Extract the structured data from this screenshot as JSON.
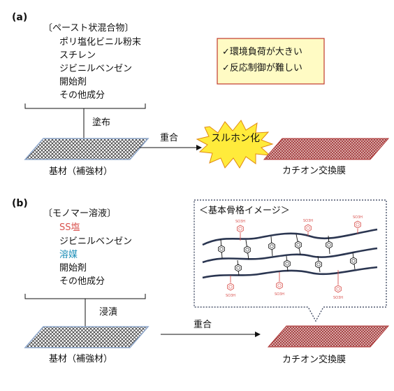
{
  "panel_a": {
    "label": "(a)",
    "bracket_title": "〔ペースト状混合物〕",
    "ingredients": [
      "ポリ塩化ビニル粉末",
      "スチレン",
      "ジビニルベンゼン",
      "開始剤",
      "その他成分"
    ],
    "coating": "塗布",
    "substrate": "基材（補強材）",
    "polymerization": "重合",
    "sulfonation": "スルホン化",
    "product": "カチオン交換膜",
    "issues": [
      "✓環境負荷が大きい",
      "✓反応制御が難しい"
    ]
  },
  "panel_b": {
    "label": "(b)",
    "bracket_title": "〔モノマー溶液〕",
    "ingredients": [
      {
        "text": "SS塩",
        "color": "#d9534f"
      },
      {
        "text": "ジビニルベンゼン",
        "color": "#111111"
      },
      {
        "text": "溶媒",
        "color": "#1e8fb8"
      },
      {
        "text": "開始剤",
        "color": "#111111"
      },
      {
        "text": "その他成分",
        "color": "#111111"
      }
    ],
    "immersion": "浸漬",
    "substrate": "基材（補強材）",
    "polymerization": "重合",
    "product": "カチオン交換膜",
    "skeleton_title": "＜基本骨格イメージ＞",
    "group_label": "SO3H"
  },
  "colors": {
    "mesh": "#333333",
    "membrane": "#b03a3a",
    "substrate_border": "#8fa8cc",
    "callout_bg": "#fffbc4",
    "callout_border": "#c0392b",
    "burst": "#ffeb3b",
    "chain": "#2a3550"
  }
}
